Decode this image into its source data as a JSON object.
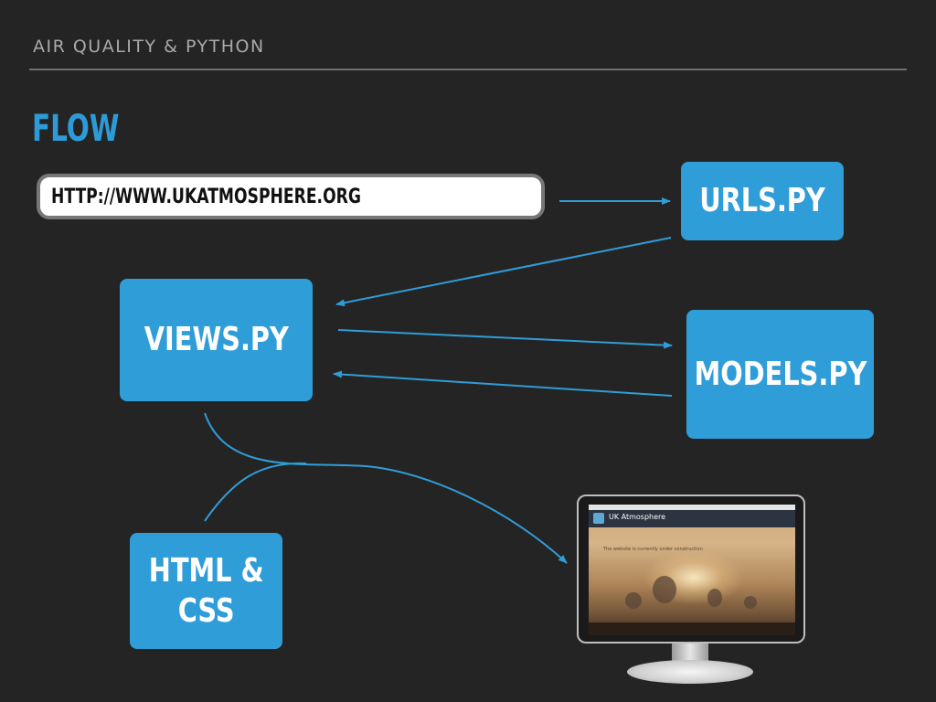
{
  "header": {
    "title": "AIR QUALITY & PYTHON"
  },
  "slide": {
    "heading": "FLOW"
  },
  "url_bar": {
    "text": "HTTP://WWW.UKATMOSPHERE.ORG"
  },
  "nodes": {
    "urls": "URLS.PY",
    "views": "VIEWS.PY",
    "models": "MODELS.PY",
    "html_css": [
      "HTML &",
      "CSS"
    ]
  },
  "monitor": {
    "site_title": "UK Atmosphere",
    "site_note": "The website is currently under construction"
  },
  "colors": {
    "background": "#242424",
    "accent": "#2f9dd8",
    "heading": "#2d9bd7",
    "arrow": "#2f9dd8"
  }
}
